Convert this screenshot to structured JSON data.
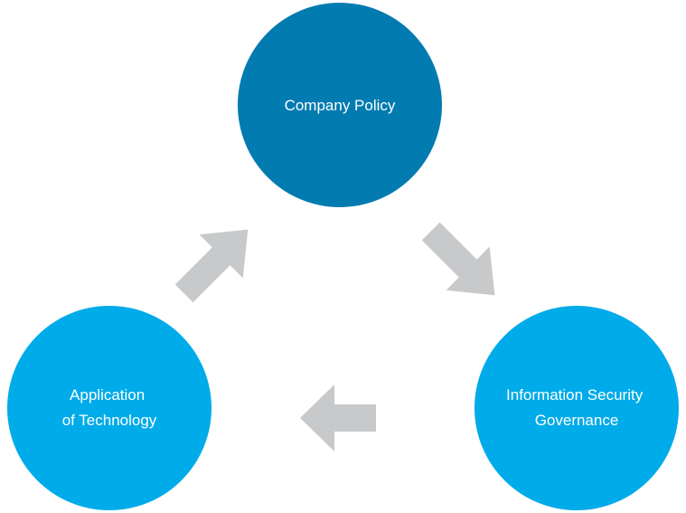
{
  "nodes": [
    {
      "id": "company-policy",
      "lines": [
        "Company Policy"
      ],
      "color": "#017bb0"
    },
    {
      "id": "information-security-governance",
      "lines": [
        "Information Security",
        "Governance"
      ],
      "color": "#00abe9"
    },
    {
      "id": "application-of-technology",
      "lines": [
        "Application",
        "of Technology"
      ],
      "color": "#00abe9"
    }
  ],
  "arrow_color": "#c8c9ca"
}
